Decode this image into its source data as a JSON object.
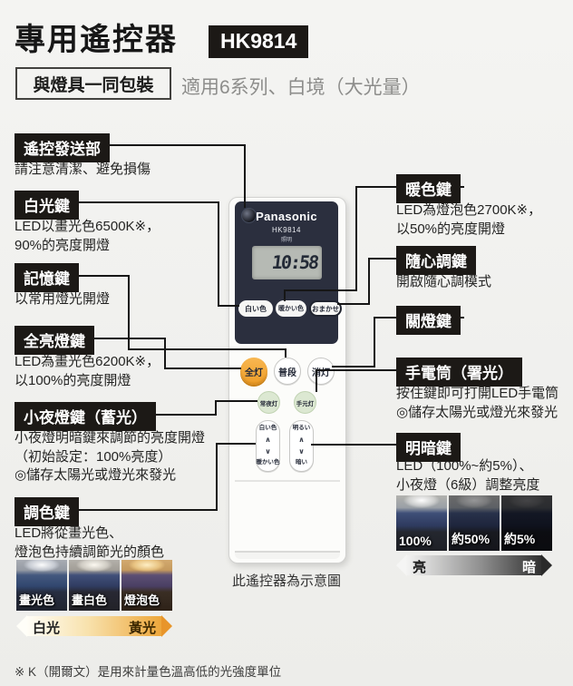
{
  "page": {
    "title": "專用遙控器",
    "model_badge": "HK9814",
    "pack_box": "與燈具一同包裝",
    "apply_text": "適用6系列、白境（大光量）",
    "footnote": "※ K（開爾文）是用來計量色溫高低的光強度單位",
    "remote_caption": "此遙控器為示意圖"
  },
  "callouts_left": [
    {
      "label": "遙控發送部",
      "desc": "請注意清潔、避免損傷"
    },
    {
      "label": "白光鍵",
      "desc": "LED以畫光色6500K※，\n90%的亮度開燈"
    },
    {
      "label": "記憶鍵",
      "desc": "以常用燈光開燈"
    },
    {
      "label": "全亮燈鍵",
      "desc": "LED為畫光色6200K※，\n以100%的亮度開燈"
    },
    {
      "label": "小夜燈鍵（蓄光）",
      "desc": "小夜燈明暗鍵來調節的亮度開燈\n（初始設定：100%亮度）\n◎儲存太陽光或燈光來發光"
    },
    {
      "label": "調色鍵",
      "desc": "LED將從畫光色、\n燈泡色持續調節光的顏色"
    }
  ],
  "callouts_right": [
    {
      "label": "暖色鍵",
      "desc": "LED為燈泡色2700K※，\n以50%的亮度開燈"
    },
    {
      "label": "隨心調鍵",
      "desc": "開啟隨心調模式"
    },
    {
      "label": "關燈鍵",
      "desc": ""
    },
    {
      "label": "手電筒（署光）",
      "desc": "按住鍵即可打開LED手電筒\n◎儲存太陽光或燈光來發光"
    },
    {
      "label": "明暗鍵",
      "desc": "LED（100%~約5%）、\n小夜燈（6級）調整亮度"
    }
  ],
  "remote": {
    "brand": "Panasonic",
    "model": "HK9814",
    "model_sub": "照明",
    "clock": "10:58",
    "top_buttons": {
      "white": "白い色",
      "warm": "暖かい色",
      "auto": "おまかせ"
    },
    "round_buttons": {
      "all": "全灯",
      "usual": "普段",
      "off": "消灯"
    },
    "green_buttons": {
      "night": "常夜灯",
      "hand": "手元灯"
    },
    "rocker_left": {
      "top": "白い色",
      "bottom": "暖かい色"
    },
    "rocker_right": {
      "top": "明るい",
      "bottom": "暗い"
    },
    "chevron_up": "∧",
    "chevron_down": "∨"
  },
  "color_demo": {
    "labels": [
      "畫光色",
      "畫白色",
      "燈泡色"
    ],
    "axis_left": "白光",
    "axis_right": "黃光"
  },
  "brightness_demo": {
    "labels": [
      "100%",
      "約50%",
      "約5%"
    ],
    "axis_left": "亮",
    "axis_right": "暗"
  },
  "colors": {
    "black_box": "#1c1916",
    "panel_navy": "#2b2f3e",
    "accent_orange": "#ee9d28",
    "green_button": "#dce8d2",
    "lcd_gray": "#b6bab4"
  }
}
